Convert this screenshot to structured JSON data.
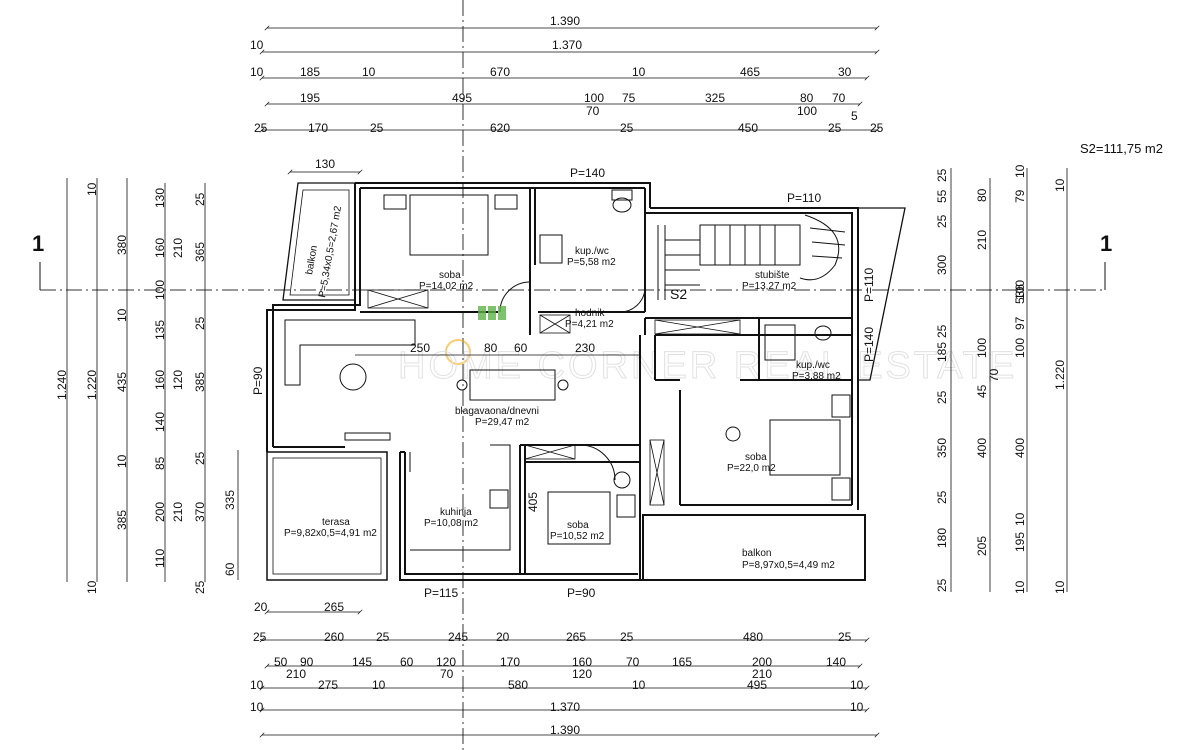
{
  "area_label": "S2=111,75 m2",
  "section_mark": "1",
  "stair_code": "S2",
  "watermark": "HOME CORNER REAL ESTATE",
  "rooms": {
    "soba1": {
      "name": "soba",
      "area": "P=14,02 m2"
    },
    "kup1": {
      "name": "kup./wc",
      "area": "P=5,58 m2"
    },
    "stubiste": {
      "name": "stubište",
      "area": "P=13,27 m2"
    },
    "hodnik": {
      "name": "hodnik",
      "area": "P=4,21 m2"
    },
    "kup2": {
      "name": "kup./wc",
      "area": "P=3,88 m2"
    },
    "dnevni": {
      "name": "blagavaona/dnevni",
      "area": "P=29,47 m2"
    },
    "soba2": {
      "name": "soba",
      "area": "P=22,0 m2"
    },
    "terasa": {
      "name": "terasa",
      "area": "P=9,82x0,5=4,91 m2"
    },
    "kuhinja": {
      "name": "kuhinja",
      "area": "P=10,08 m2"
    },
    "soba3": {
      "name": "soba",
      "area": "P=10,52 m2"
    },
    "balkon_s": {
      "name": "balkon",
      "area": "P=8,97x0,5=4,49 m2"
    },
    "balkon_w": {
      "name": "balkon",
      "area": "P=5,34x0,5=2,67 m2"
    }
  },
  "openings": {
    "top1": "P=140",
    "top2": "P=110",
    "left": "P=90",
    "right1": "P=110",
    "right2": "P=140",
    "bottom1": "P=115",
    "bottom2": "P=90"
  },
  "top_dims": {
    "r1_total": "1.390",
    "r2": [
      "10",
      "1.370"
    ],
    "r3": [
      "10",
      "185",
      "10",
      "670",
      "10",
      "465",
      "30"
    ],
    "r4": [
      "195",
      "495",
      "100",
      "75",
      "325",
      "80",
      "70"
    ],
    "r4_sub": [
      "70",
      "100",
      "5"
    ],
    "r5": [
      "25",
      "170",
      "25",
      "620",
      "25",
      "450",
      "25",
      "25"
    ],
    "r6": "130"
  },
  "bottom_dims": {
    "r0": [
      "20",
      "265"
    ],
    "r1": [
      "25",
      "260",
      "25",
      "245",
      "20",
      "265",
      "25",
      "480",
      "25"
    ],
    "r2": [
      "50",
      "90",
      "145",
      "60",
      "120",
      "170",
      "160",
      "70",
      "165",
      "200",
      "140"
    ],
    "r2_sub": [
      "210",
      "70",
      "120",
      "210"
    ],
    "r3": [
      "10",
      "275",
      "10",
      "580",
      "10",
      "495",
      "10"
    ],
    "r4": [
      "10",
      "1.370",
      "10"
    ],
    "r5": "1.390"
  },
  "interior_dims": [
    "250",
    "80",
    "60",
    "230",
    "335",
    "405"
  ],
  "left_dims": {
    "c1": "1.240",
    "c2": "1.220",
    "c3": [
      "10",
      "380",
      "10",
      "435",
      "10",
      "385",
      "10"
    ],
    "c4": [
      "130",
      "160",
      "100",
      "135",
      "160",
      "140",
      "85",
      "200",
      "110"
    ],
    "c5": [
      "210",
      "120",
      "210"
    ],
    "c6": [
      "25",
      "365",
      "25",
      "385",
      "25",
      "370",
      "25"
    ],
    "c7": [
      "60"
    ]
  },
  "right_dims": {
    "c1": [
      "25",
      "55",
      "25",
      "300",
      "25",
      "185",
      "25",
      "350",
      "25",
      "180",
      "25"
    ],
    "c2": [
      "80",
      "210",
      "100",
      "70",
      "45",
      "400",
      "205"
    ],
    "c3": [
      "10",
      "79",
      "100",
      "97",
      "100",
      "400",
      "195",
      "10",
      "10"
    ],
    "c4": [
      "10",
      "536",
      "1.220",
      "10"
    ]
  },
  "colors": {
    "line": "#111111",
    "axis": "#333333",
    "watermark": "#c9c9c9",
    "accent": "#f2a500",
    "plant": "#5fb34a"
  }
}
